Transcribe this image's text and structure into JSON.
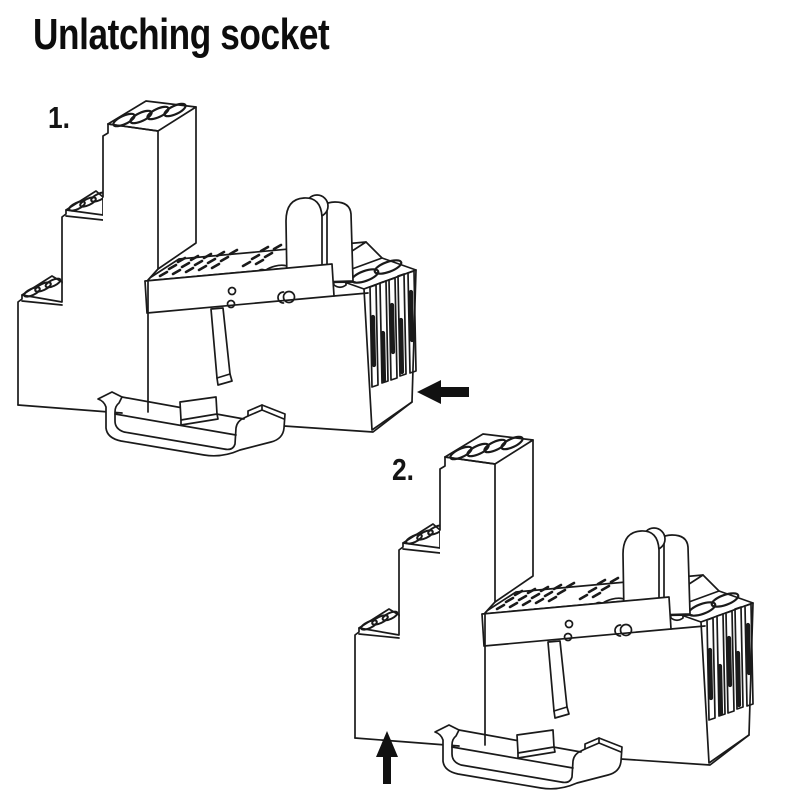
{
  "page": {
    "title": "Unlatching socket",
    "background": "#ffffff"
  },
  "colors": {
    "line": "#1a1a1a",
    "arrow": "#111111"
  },
  "figure": {
    "kind": "technical-line-drawing",
    "subject": "relay socket on DIN rail",
    "steps": [
      {
        "label": "1.",
        "arrow_icon": "arrow-left-icon"
      },
      {
        "label": "2.",
        "arrow_icon": "arrow-up-icon"
      }
    ]
  }
}
